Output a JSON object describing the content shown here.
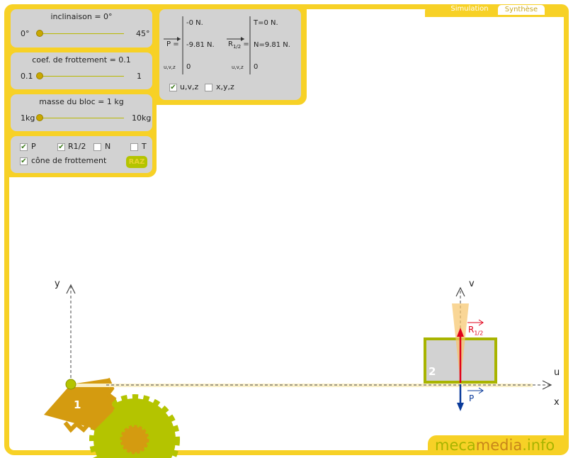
{
  "tabs": {
    "simulation": "Simulation",
    "synthese": "Synthèse"
  },
  "inclinaison": {
    "title": "inclinaison = 0°",
    "min": "0°",
    "max": "45°",
    "value_fraction": 0
  },
  "frottement": {
    "title": "coef. de frottement = 0.1",
    "min": "0.1",
    "max": "1",
    "value_fraction": 0
  },
  "masse": {
    "title": "masse du bloc = 1 kg",
    "min": "1kg",
    "max": "10kg",
    "value_fraction": 0
  },
  "options": {
    "p_label": "P",
    "p_checked": true,
    "r12_label": "R1/2",
    "r12_checked": true,
    "n_label": "N",
    "n_checked": false,
    "t_label": "T",
    "t_checked": false,
    "cone_label": "cône de frottement",
    "cone_checked": true,
    "raz_label": "RAZ"
  },
  "forces": {
    "p_name": "P",
    "p_x": "-0 N.",
    "p_y": "-9.81 N.",
    "p_z": "0",
    "r_name": "R",
    "r_sub": "1/2",
    "r_t": "T=0 N.",
    "r_n": "N=9.81 N.",
    "r_z": "0",
    "basis_label": "u,v,z",
    "uvz_label": "u,v,z",
    "uvz_checked": true,
    "xyz_label": "x,y,z",
    "xyz_checked": false
  },
  "scene": {
    "axis_y": "y",
    "axis_x": "x",
    "axis_u": "u",
    "axis_v": "v",
    "gear_label": "1",
    "block_label": "2",
    "p_label": "P",
    "r_label": "R",
    "r_sub": "1/2"
  },
  "brand": {
    "part1": "meca",
    "part2": "media",
    "part3": ".info"
  },
  "colors": {
    "frame": "#f7d126",
    "card": "#d2d2d2",
    "gear_brown": "#d49b10",
    "gear_green": "#b4c400",
    "block_border": "#a8b400",
    "force_red": "#e0001a",
    "force_blue": "#0a3a9a"
  }
}
